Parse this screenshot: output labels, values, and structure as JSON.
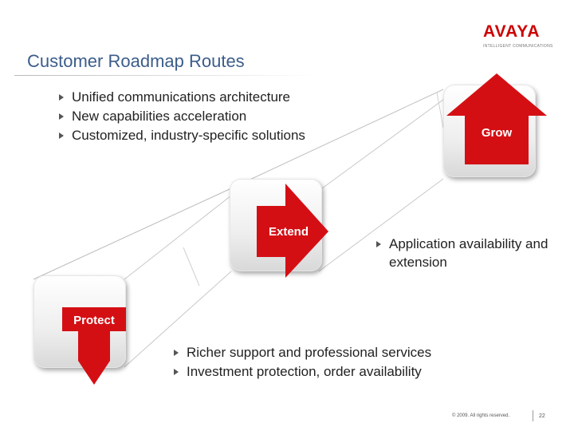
{
  "slide": {
    "title": "Customer Roadmap Routes"
  },
  "logo": {
    "brand": "AVAYA",
    "tagline": "INTELLIGENT COMMUNICATIONS",
    "color": "#cc0000"
  },
  "stages": {
    "grow": {
      "label": "Grow",
      "bullets": [
        "Unified communications architecture",
        "New capabilities acceleration",
        "Customized, industry-specific solutions"
      ]
    },
    "extend": {
      "label": "Extend",
      "bullets": [
        "Application availability and extension"
      ]
    },
    "protect": {
      "label": "Protect",
      "bullets": [
        "Richer support and professional services",
        "Investment protection, order availability"
      ]
    }
  },
  "footer": {
    "copyright": "© 2009. All rights reserved.",
    "page": "22"
  },
  "colors": {
    "arrow_red": "#d40f14",
    "title_blue": "#3b5d8a"
  }
}
